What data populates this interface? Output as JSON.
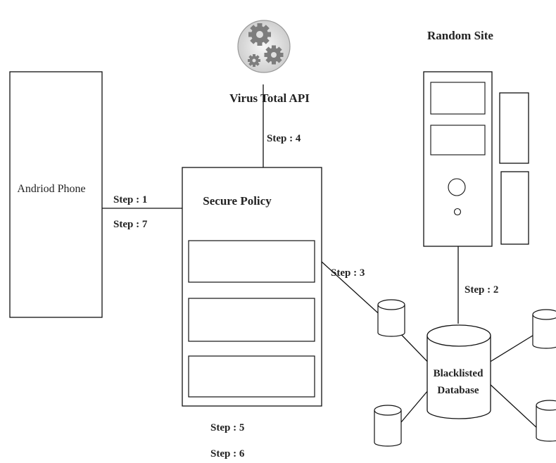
{
  "nodes": {
    "phone": {
      "label": "Andriod Phone"
    },
    "policy": {
      "label": "Secure Policy"
    },
    "api": {
      "label": "Virus Total API"
    },
    "site": {
      "label": "Random Site"
    },
    "database": {
      "label_line1": "Blacklisted",
      "label_line2": "Database"
    }
  },
  "steps": {
    "s1": "Step : 1",
    "s2": "Step : 2",
    "s3": "Step : 3",
    "s4": "Step : 4",
    "s5": "Step : 5",
    "s6": "Step : 6",
    "s7": "Step : 7"
  },
  "colors": {
    "stroke": "#111111",
    "gear": "#8a8a8a",
    "gear_bg": "#e6e6e6"
  }
}
